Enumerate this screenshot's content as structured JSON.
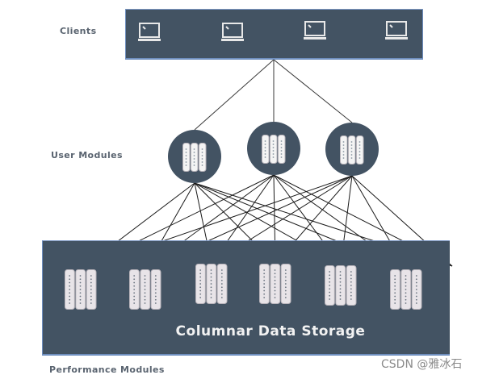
{
  "labels": {
    "clients": "Clients",
    "user_modules": "User Modules",
    "performance_modules": "Performance Modules"
  },
  "storage": {
    "title": "Columnar Data Storage"
  },
  "watermark": "CSDN @雅冰石",
  "colors": {
    "panel": "#435363",
    "panel_border": "#6f8fbf",
    "icon_fill": "#e8e4e8",
    "line": "#1a1a1a",
    "label_text": "#5a6470"
  },
  "nodes": {
    "clients": [
      {
        "id": "client-1",
        "icon": "laptop-icon"
      },
      {
        "id": "client-2",
        "icon": "laptop-icon"
      },
      {
        "id": "client-3",
        "icon": "laptop-icon"
      },
      {
        "id": "client-4",
        "icon": "laptop-icon"
      }
    ],
    "user_modules": [
      {
        "id": "um-1",
        "icon": "server-rack-icon"
      },
      {
        "id": "um-2",
        "icon": "server-rack-icon"
      },
      {
        "id": "um-3",
        "icon": "server-rack-icon"
      }
    ],
    "performance_modules": [
      {
        "id": "pm-1",
        "icon": "server-rack-icon"
      },
      {
        "id": "pm-2",
        "icon": "server-rack-icon"
      },
      {
        "id": "pm-3",
        "icon": "server-rack-icon"
      },
      {
        "id": "pm-4",
        "icon": "server-rack-icon"
      },
      {
        "id": "pm-5",
        "icon": "server-rack-icon"
      },
      {
        "id": "pm-6",
        "icon": "server-rack-icon"
      },
      {
        "id": "pm-7-offscreen",
        "icon": "server-rack-icon"
      }
    ]
  },
  "edges": {
    "clients_hub_to_user_modules": [
      "um-1",
      "um-2",
      "um-3"
    ],
    "user_modules_to_performance_modules": "all-to-all"
  }
}
